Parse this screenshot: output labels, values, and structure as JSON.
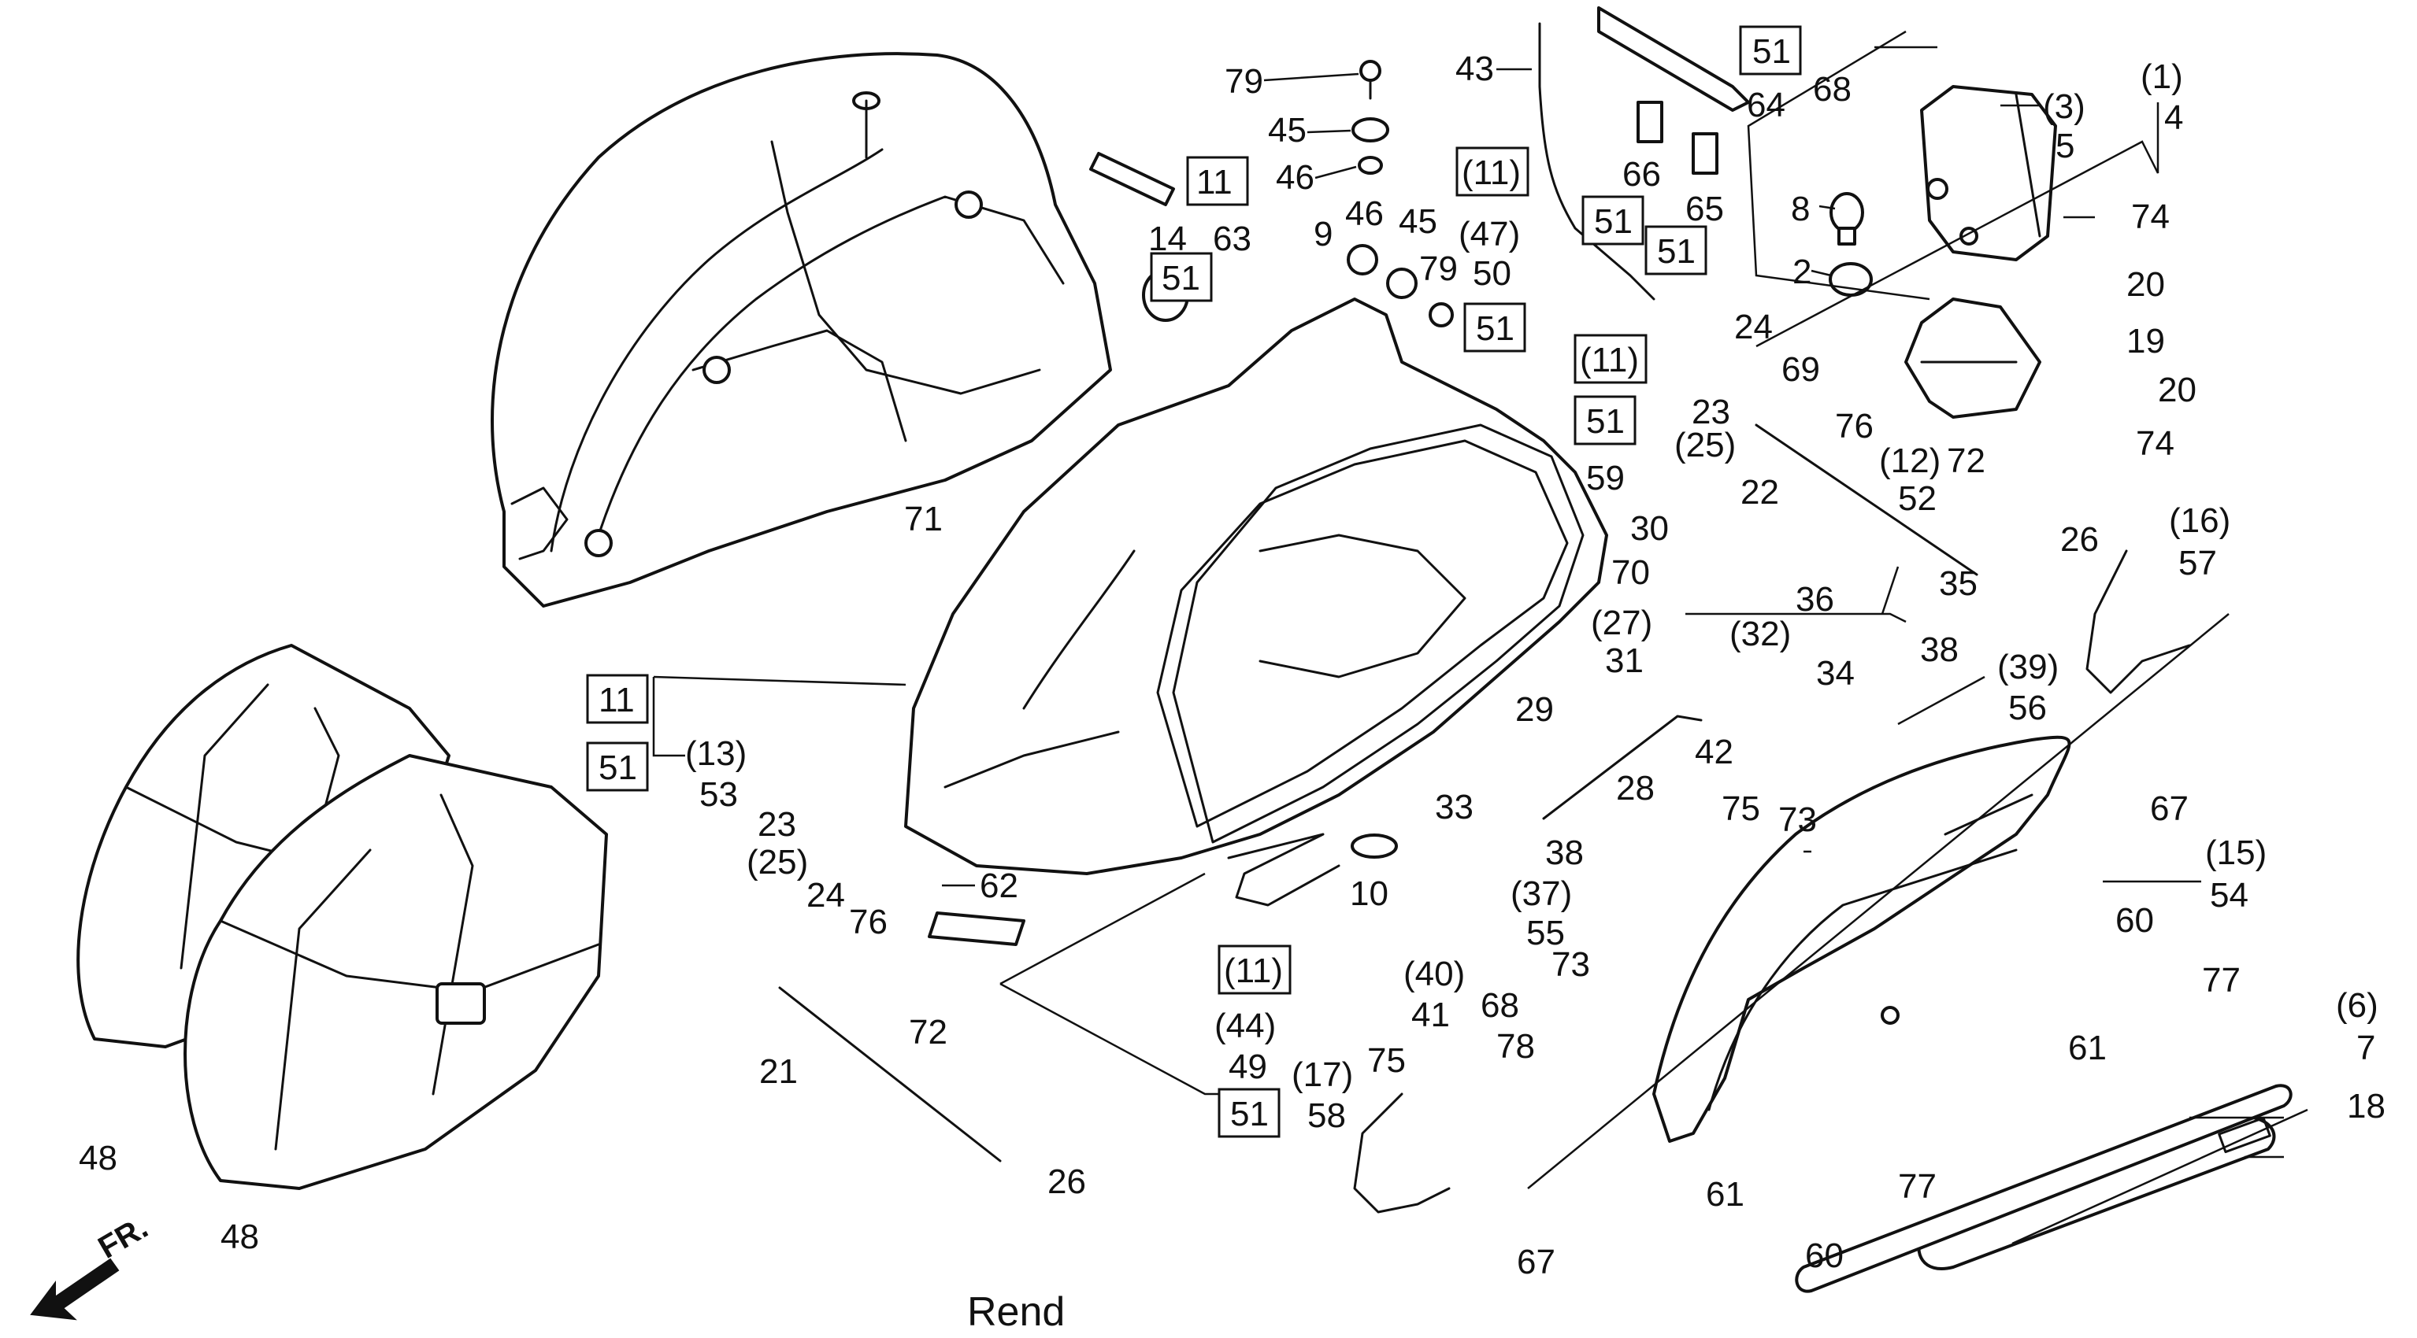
{
  "caption": "Rend",
  "direction_marker": "FR.",
  "labels": {
    "l79a": "79",
    "l45a": "45",
    "l46a": "46",
    "l14": "14",
    "l63": "63",
    "l9": "9",
    "l46b": "46",
    "l45b": "45",
    "l79b": "79",
    "l47": "(47)",
    "l50": "50",
    "l43": "43",
    "l64": "64",
    "l68a": "68",
    "l66": "66",
    "l65": "65",
    "l1": "(1)",
    "l4": "4",
    "l3": "(3)",
    "l5": "5",
    "l8": "8",
    "l74a": "74",
    "l2": "2",
    "l20a": "20",
    "l24a": "24",
    "l69": "69",
    "l19": "19",
    "l20b": "20",
    "l23a": "23",
    "l25a": "(25)",
    "l76a": "76",
    "l74b": "74",
    "l22": "22",
    "l12": "(12)",
    "l72a": "72",
    "l52": "52",
    "l59": "59",
    "l71": "71",
    "l30": "30",
    "l26a": "26",
    "l16": "(16)",
    "l57": "57",
    "l70": "70",
    "l35": "35",
    "l36": "36",
    "l27": "(27)",
    "l32": "(32)",
    "l38a": "38",
    "l31": "31",
    "l34": "34",
    "l39": "(39)",
    "l56": "56",
    "l29": "29",
    "l42": "42",
    "l13": "(13)",
    "l53": "53",
    "l28": "28",
    "l67a": "67",
    "l75a": "75",
    "l73a": "73",
    "l15": "(15)",
    "l54": "54",
    "l33": "33",
    "l23b": "23",
    "l25b": "(25)",
    "l24b": "24",
    "l76b": "76",
    "l38b": "38",
    "l62": "62",
    "l10": "10",
    "l37": "(37)",
    "l55": "55",
    "l60a": "60",
    "l73b": "73",
    "l77a": "77",
    "l40": "(40)",
    "l41": "41",
    "l68b": "68",
    "l78": "78",
    "l44": "(44)",
    "l6": "(6)",
    "l7": "7",
    "l61a": "61",
    "l21": "21",
    "l72b": "72",
    "l49": "49",
    "l17": "(17)",
    "l75b": "75",
    "l18": "18",
    "l58": "58",
    "l61b": "61",
    "l77b": "77",
    "l48a": "48",
    "l26b": "26",
    "l48b": "48",
    "l60b": "60",
    "l67b": "67"
  },
  "boxed_labels": {
    "b51a": "51",
    "b11a": "11",
    "b51b": "51",
    "b11b": "(11)",
    "b51c": "51",
    "b51d": "51",
    "b51e": "51",
    "b11c": "(11)",
    "b51f": "51",
    "b11d": "11",
    "b51g": "51",
    "b11e": "(11)",
    "b51h": "51"
  }
}
